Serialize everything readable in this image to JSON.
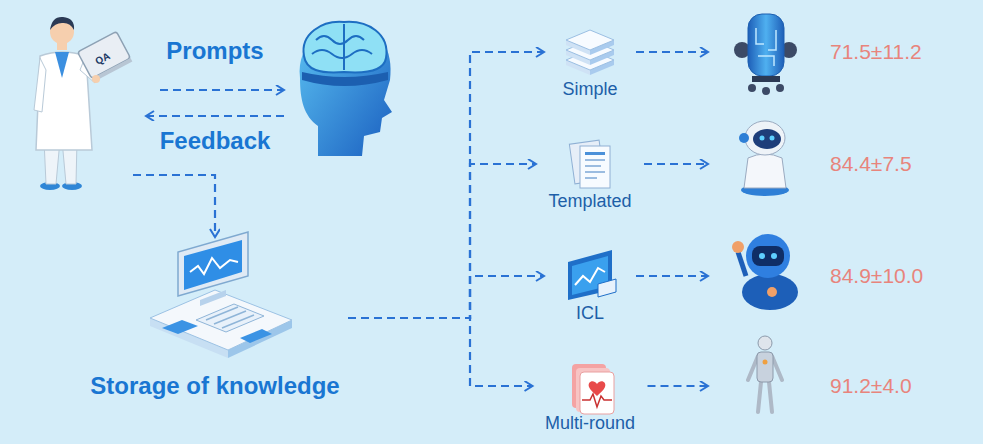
{
  "diagram": {
    "nodes": [
      {
        "text": [
          "QA"
        ]
      },
      {
        "text": [
          "Storage of knowledge"
        ]
      },
      {
        "text": [
          "Simple"
        ]
      },
      {
        "text": [
          "Templated"
        ]
      },
      {
        "text": [
          "ICL"
        ]
      },
      {
        "text": [
          "Multi-round"
        ]
      },
      {
        "text": [
          "71.5±11.2"
        ]
      },
      {
        "text": [
          "84.4±7.5"
        ]
      },
      {
        "text": [
          "84.9±10.0"
        ]
      },
      {
        "text": [
          "91.2±4.0"
        ]
      }
    ],
    "edges": [
      {
        "from": 0,
        "to": 1,
        "arrow": "to"
      },
      {
        "from": 1,
        "to": 2,
        "arrow": "to"
      },
      {
        "from": 1,
        "to": 3,
        "arrow": "to"
      },
      {
        "from": 1,
        "to": 4,
        "arrow": "to"
      },
      {
        "from": 1,
        "to": 5,
        "arrow": "to"
      },
      {
        "from": 2,
        "to": 6,
        "arrow": "to"
      },
      {
        "from": 3,
        "to": 7,
        "arrow": "to"
      },
      {
        "from": 4,
        "to": 8,
        "arrow": "to"
      },
      {
        "from": 5,
        "to": 9,
        "arrow": "to"
      }
    ],
    "labels": [
      "Prompts",
      "Feedback"
    ]
  }
}
